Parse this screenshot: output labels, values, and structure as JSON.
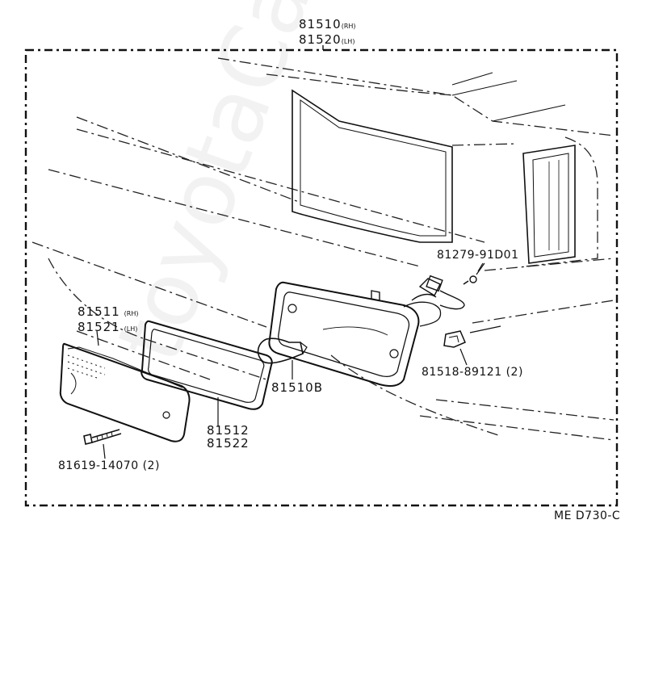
{
  "parts": {
    "assembly_rh": {
      "number": "81510",
      "side": "RH"
    },
    "assembly_lh": {
      "number": "81520",
      "side": "LH"
    },
    "lens_rh": {
      "number": "81511",
      "side": "RH"
    },
    "lens_lh": {
      "number": "81521",
      "side": "LH"
    },
    "gasket_a": "81512",
    "gasket_b": "81522",
    "bulb": "81510B",
    "screw_top": "81279-91D01",
    "clip": "81518-89121 (2)",
    "screw_bottom": "81619-14070 (2)"
  },
  "diagram_code": "ME D730-C",
  "watermark": "toyotaCarParts.ru"
}
